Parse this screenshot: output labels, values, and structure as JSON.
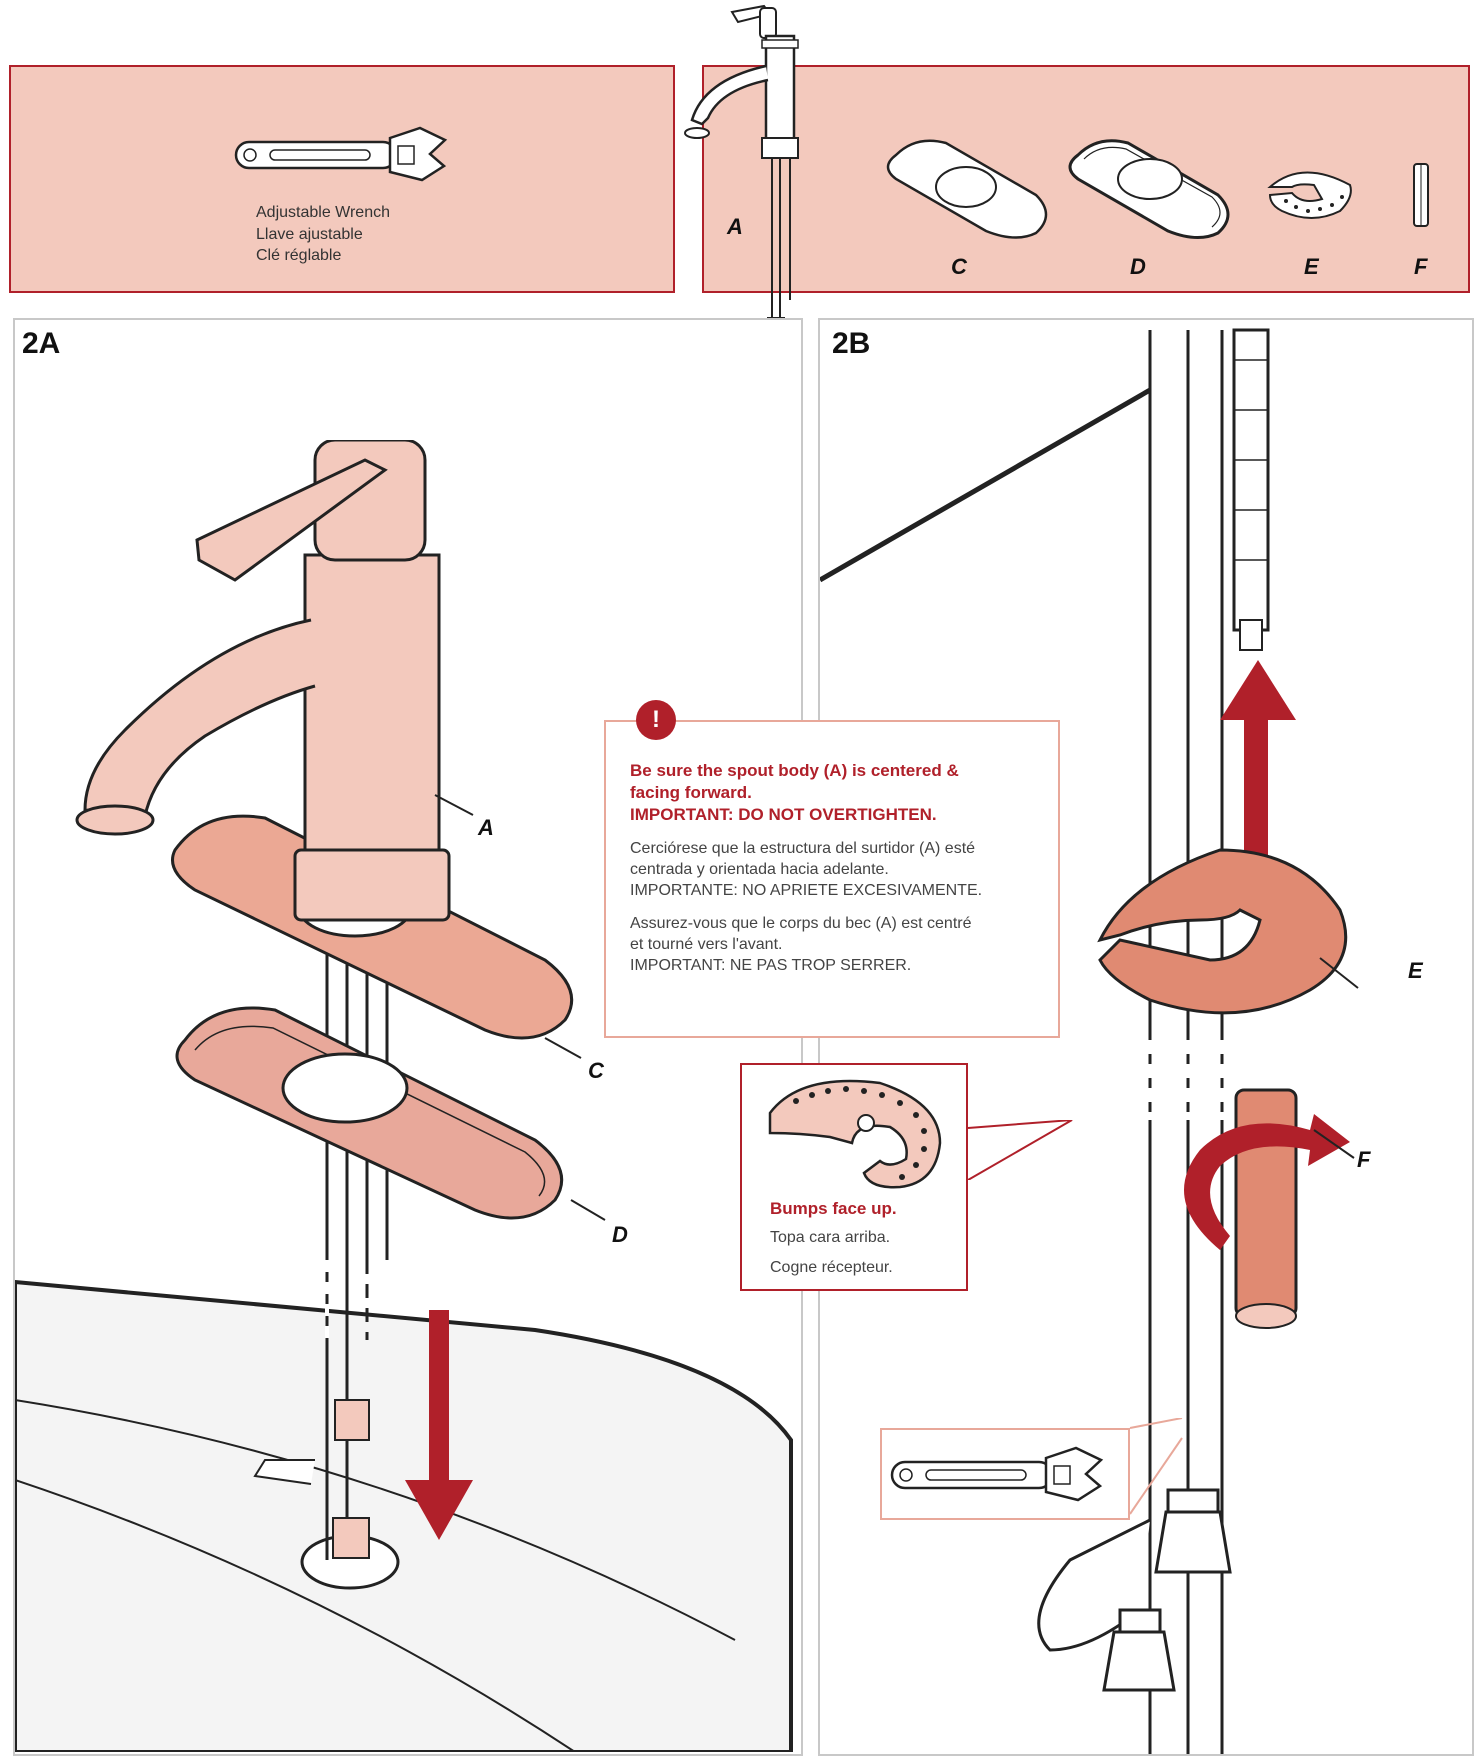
{
  "tools": {
    "wrench_en": "Adjustable Wrench",
    "wrench_es": "Llave ajustable",
    "wrench_fr": "Clé réglable"
  },
  "parts": {
    "A": "A",
    "C": "C",
    "D": "D",
    "E": "E",
    "F": "F"
  },
  "step_2a": {
    "title": "2A",
    "labels": {
      "A": "A",
      "C": "C",
      "D": "D"
    }
  },
  "step_2b": {
    "title": "2B",
    "labels": {
      "E": "E",
      "F": "F"
    }
  },
  "warning": {
    "icon": "!",
    "en_line1": "Be sure the spout body (A) is centered &",
    "en_line2": "facing forward.",
    "en_line3": "IMPORTANT: DO NOT OVERTIGHTEN.",
    "es_line1": "Cerciórese que la estructura del surtidor (A) esté",
    "es_line2": "centrada y orientada hacia adelante.",
    "es_line3": "IMPORTANTE: NO APRIETE EXCESIVAMENTE.",
    "fr_line1": "Assurez-vous que le corps du bec (A) est centré",
    "fr_line2": "et tourné vers l'avant.",
    "fr_line3": "IMPORTANT: NE PAS TROP SERRER."
  },
  "bumps": {
    "en": "Bumps face up.",
    "es": "Topa cara arriba.",
    "fr": "Cogne récepteur."
  },
  "colors": {
    "accent_red": "#b0202a",
    "part_fill": "#f3c9bd",
    "part_dark": "#e08a72"
  }
}
